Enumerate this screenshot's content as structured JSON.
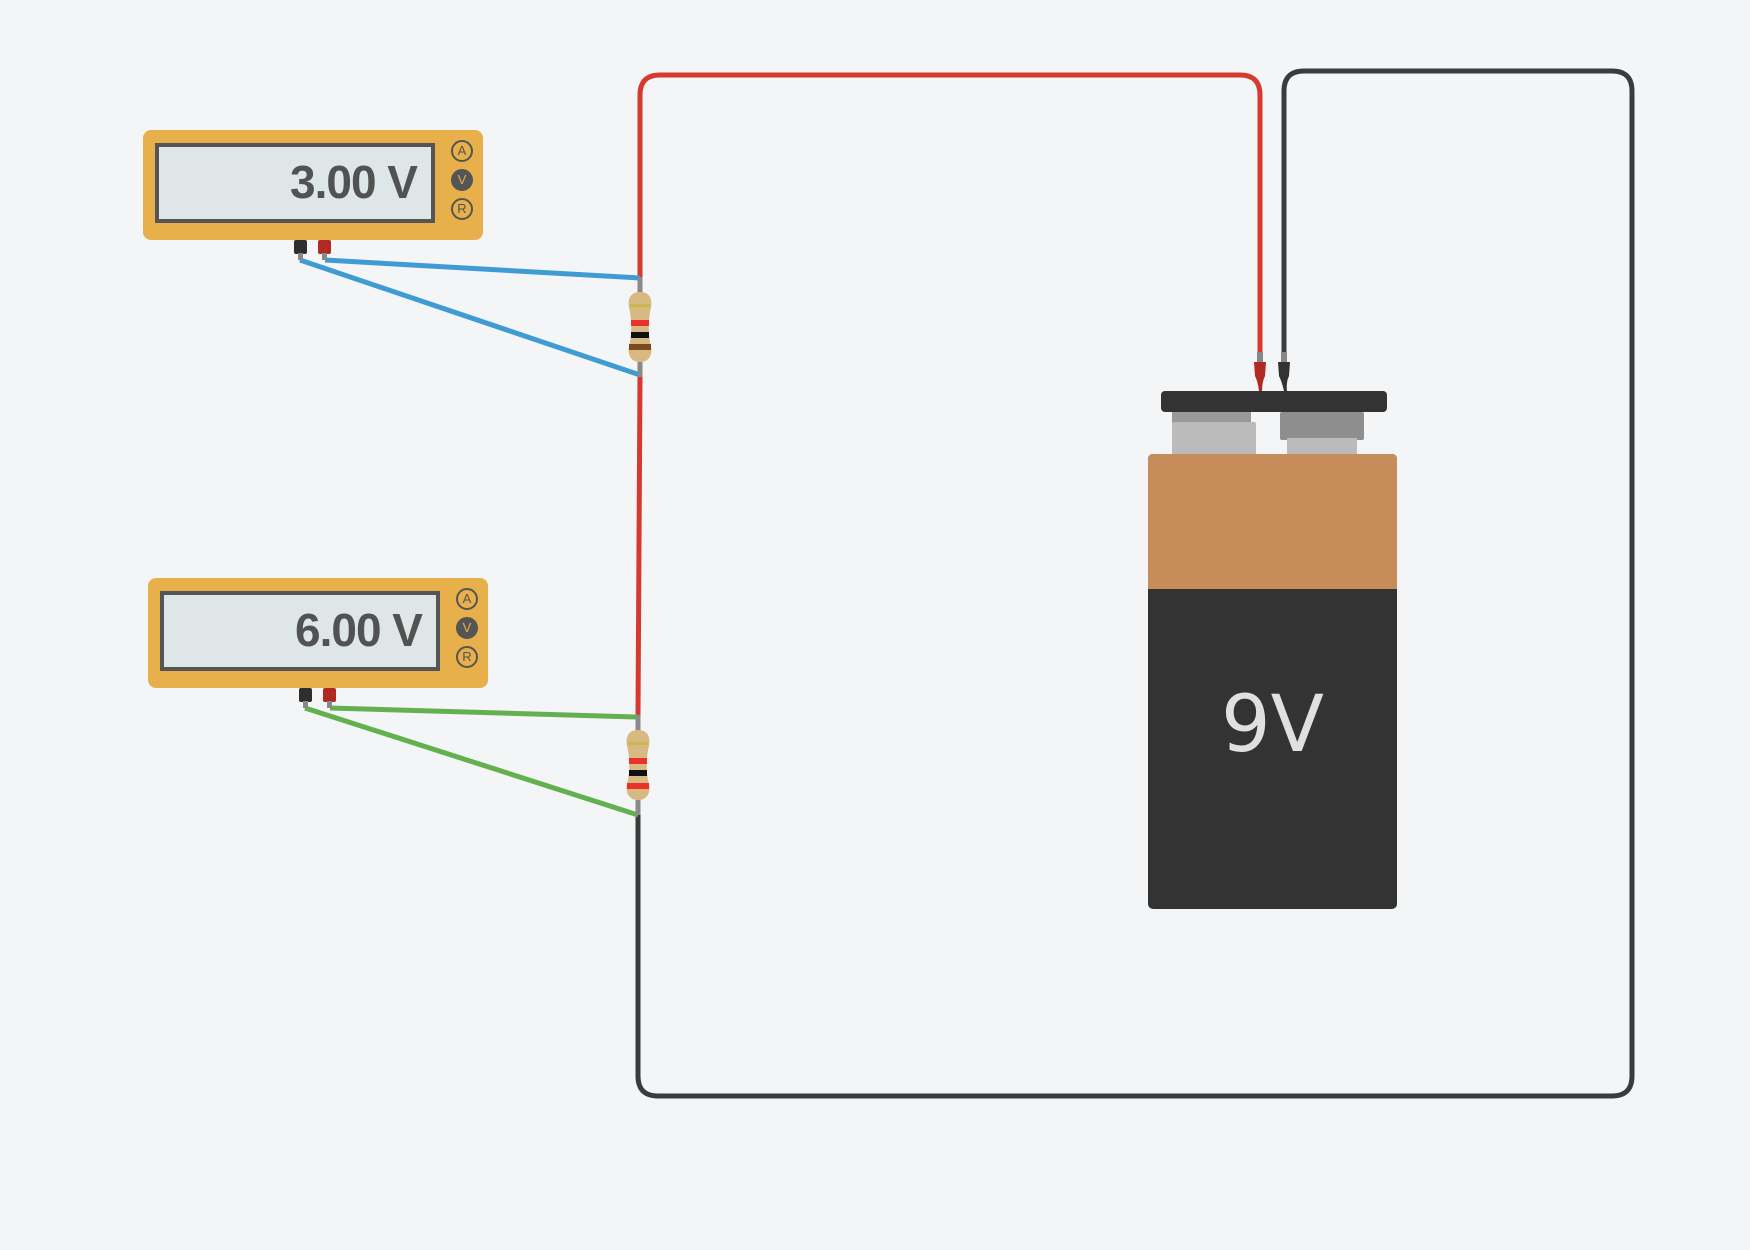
{
  "meters": [
    {
      "reading": "3.00 V",
      "modes": [
        "A",
        "V",
        "R"
      ],
      "active_mode": "V",
      "probe_wire_color": "#3f9bd4"
    },
    {
      "reading": "6.00 V",
      "modes": [
        "A",
        "V",
        "R"
      ],
      "active_mode": "V",
      "probe_wire_color": "#63b04f"
    }
  ],
  "resistors": [
    {
      "bands": [
        "#c9b84a",
        "#e8322a",
        "#111111",
        "#7a4a20"
      ]
    },
    {
      "bands": [
        "#c9b84a",
        "#e8322a",
        "#111111",
        "#e8322a"
      ]
    }
  ],
  "battery": {
    "label": "9V",
    "top_color": "#c68c5a",
    "body_color": "#333333"
  },
  "colors": {
    "positive_wire": "#d63a2f",
    "negative_wire": "#3a3b3c",
    "meter_body": "#e8b04a"
  }
}
